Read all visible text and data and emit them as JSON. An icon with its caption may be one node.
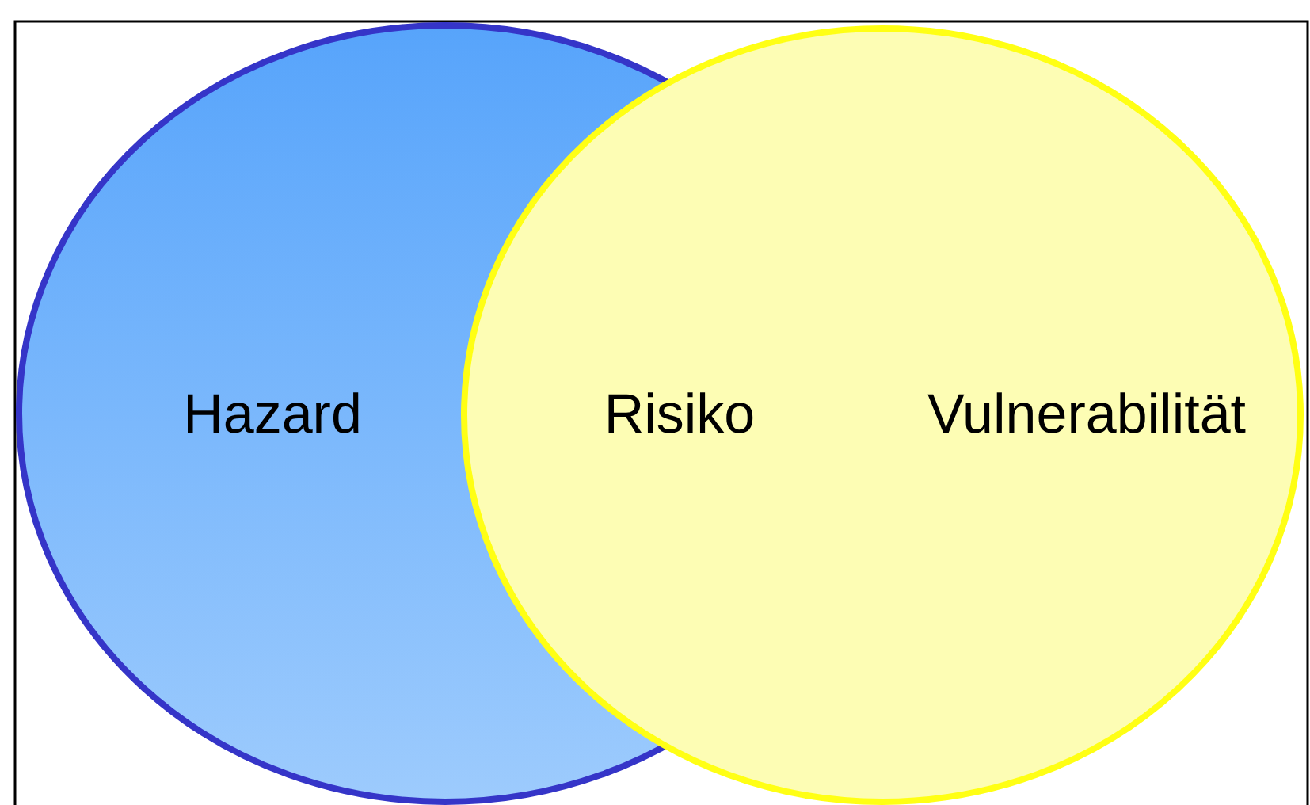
{
  "diagram": {
    "nodes": [
      {
        "text": [
          "Hazard"
        ]
      },
      {
        "text": [
          "Vulnerabilität"
        ]
      }
    ],
    "edges": [],
    "labels": [
      "Risiko"
    ]
  }
}
